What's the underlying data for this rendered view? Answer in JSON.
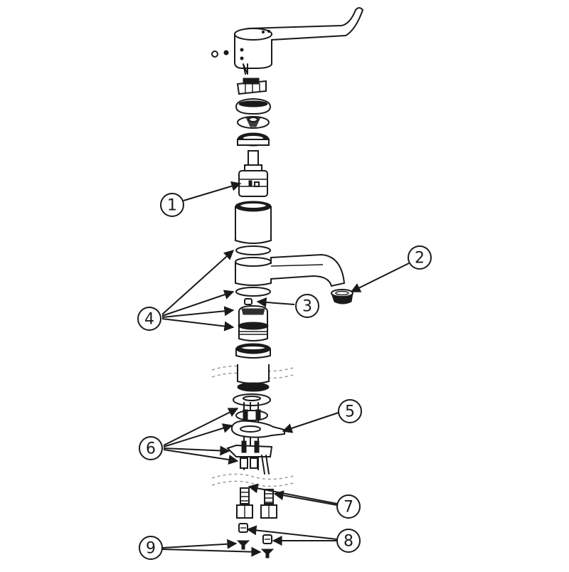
{
  "callouts": [
    {
      "id": "1",
      "label": "1"
    },
    {
      "id": "2",
      "label": "2"
    },
    {
      "id": "3",
      "label": "3"
    },
    {
      "id": "4",
      "label": "4"
    },
    {
      "id": "5",
      "label": "5"
    },
    {
      "id": "6",
      "label": "6"
    },
    {
      "id": "7",
      "label": "7"
    },
    {
      "id": "8",
      "label": "8"
    },
    {
      "id": "9",
      "label": "9"
    }
  ],
  "colors": {
    "ink": "#1a1a1a",
    "background": "#ffffff",
    "break_line": "#9a9a9a"
  }
}
